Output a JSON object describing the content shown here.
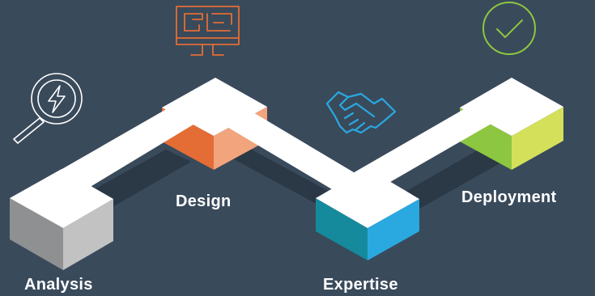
{
  "steps": [
    {
      "key": "analysis",
      "label": "Analysis",
      "icon": "magnifier-bolt-icon",
      "color": "#b7b7b7"
    },
    {
      "key": "design",
      "label": "Design",
      "icon": "monitor-blueprint-icon",
      "color": "#e8743c"
    },
    {
      "key": "expertise",
      "label": "Expertise",
      "icon": "handshake-icon",
      "color": "#2aa8dc"
    },
    {
      "key": "deployment",
      "label": "Deployment",
      "icon": "check-circle-icon",
      "color": "#8dc640"
    }
  ],
  "background_color": "#394a5b",
  "path_color": "#ffffff"
}
